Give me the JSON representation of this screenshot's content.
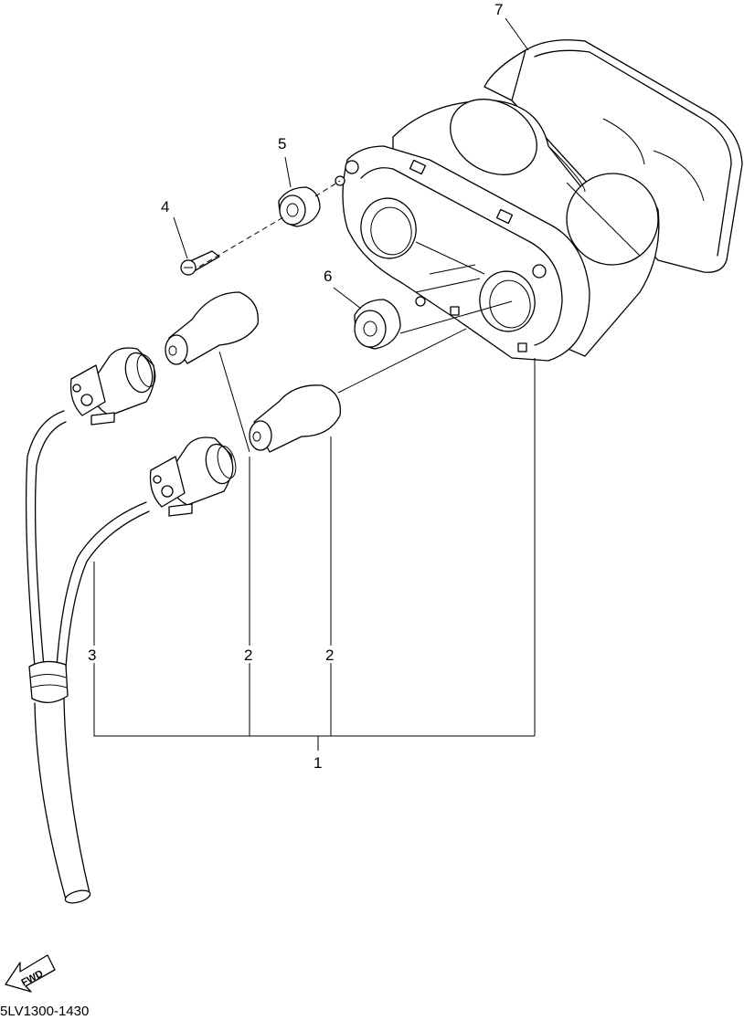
{
  "callouts": {
    "c1": "1",
    "c2a": "2",
    "c2b": "2",
    "c3": "3",
    "c4": "4",
    "c5": "5",
    "c6": "6",
    "c7": "7"
  },
  "direction_badge": "FWD",
  "drawing_code": "5LV1300-1430"
}
